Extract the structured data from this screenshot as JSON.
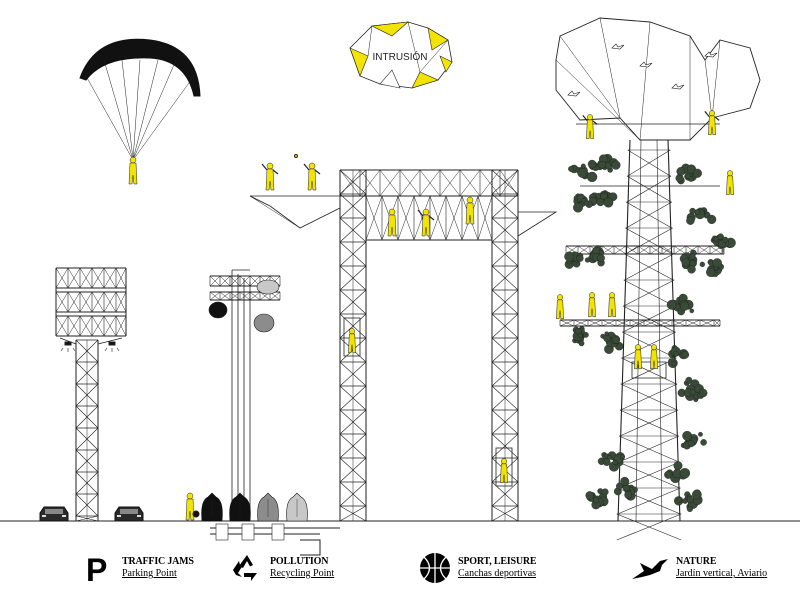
{
  "banner": {
    "label": "INTRUSIÓN"
  },
  "colors": {
    "accent": "#f2e400",
    "line": "#222222",
    "foliage": "#3a4a38",
    "bag_dark": "#111111",
    "bag_mid": "#8c8c8c",
    "bag_light": "#c8c8c8"
  },
  "legend": [
    {
      "icon": "parking-icon",
      "title": "TRAFFIC JAMS",
      "subtitle": "Parking Point"
    },
    {
      "icon": "recycle-icon",
      "title": "POLLUTION",
      "subtitle": "Recycling Point"
    },
    {
      "icon": "basketball-icon",
      "title": "SPORT, LEISURE",
      "subtitle": "Canchas deportivas"
    },
    {
      "icon": "bird-icon",
      "title": "NATURE",
      "subtitle": "Jardín vertical, Aviario"
    }
  ]
}
